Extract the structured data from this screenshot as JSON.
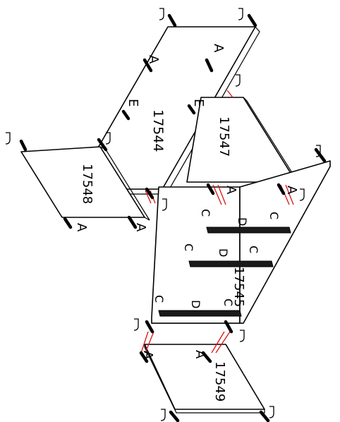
{
  "panels": {
    "top": "17544",
    "right_side": "17547",
    "left_side": "17548",
    "bottom": "17545",
    "back_panel": "17549"
  },
  "hardware_labels": {
    "a": "A",
    "c": "C",
    "d": "D",
    "e": "E"
  },
  "colors": {
    "line": "#000000",
    "alignment_line": "#dd1111"
  }
}
